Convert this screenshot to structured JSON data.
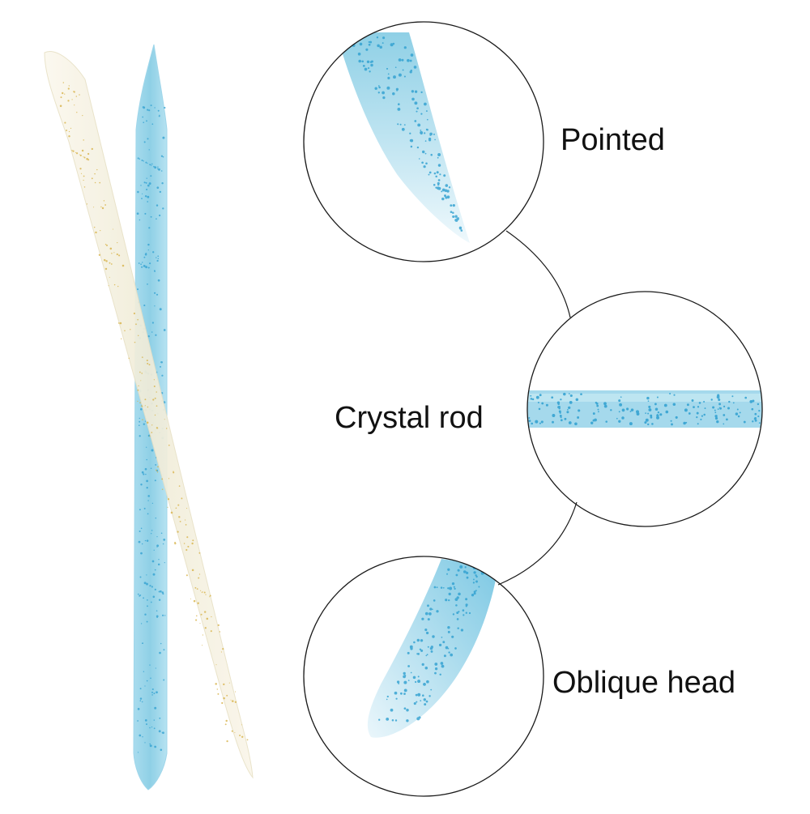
{
  "callouts": [
    {
      "label": "Pointed"
    },
    {
      "label": "Crystal rod"
    },
    {
      "label": "Oblique head"
    }
  ],
  "colors": {
    "blue_stick": "#8fd0e6",
    "blue_glitter": "#2e9fd0",
    "clear_stick": "#f3eedc",
    "gold_glitter": "#d8b34a",
    "circle_stroke": "#1a1a1a",
    "background": "#ffffff"
  }
}
